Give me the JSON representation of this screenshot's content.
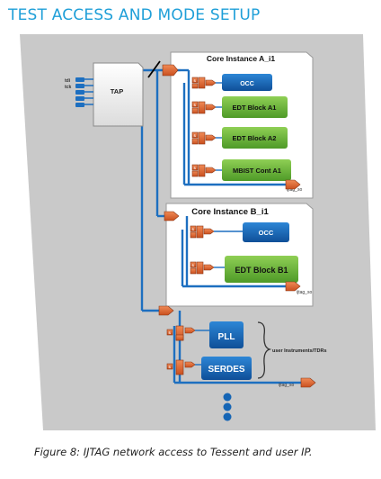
{
  "title": "TEST ACCESS AND MODE SETUP",
  "caption": "Figure 8: IJTAG network access to Tessent and user IP.",
  "tap": {
    "label": "TAP",
    "pins": [
      "tdi",
      "tck"
    ]
  },
  "core_a": {
    "title": "Core Instance A_i1",
    "blocks": [
      "OCC",
      "EDT Block A1",
      "EDT Block A2",
      "MBIST Cont A1"
    ],
    "so_label": "ijtag_so"
  },
  "core_b": {
    "title": "Core Instance B_i1",
    "blocks": [
      "OCC",
      "EDT Block B1"
    ],
    "so_label": "ijtag_so"
  },
  "user_ip": {
    "blocks": [
      "PLL",
      "SERDES"
    ],
    "brace_label": "user Instruments/TDRs",
    "so_label": "ijtag_so"
  },
  "colors": {
    "title": "#1f9fd8",
    "backdrop": "#c9c9c9",
    "occ_blue": "#1565b5",
    "edt_green": "#6cb43a",
    "wire_blue": "#1d6fc0",
    "sib_orange": "#e06a36"
  }
}
